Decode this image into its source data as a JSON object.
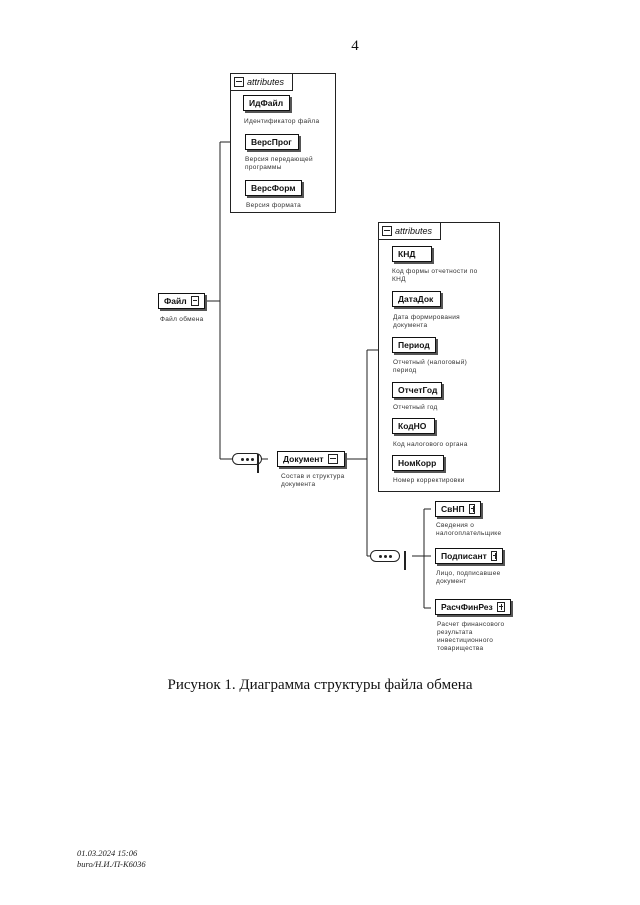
{
  "page_number": "4",
  "attributes_label": "attributes",
  "root": {
    "name": "Файл",
    "desc": "Файл обмена"
  },
  "file_attrs": [
    {
      "name": "ИдФайл",
      "desc": [
        "Идентификатор файла"
      ]
    },
    {
      "name": "ВерсПрог",
      "desc": [
        "Версия передающей",
        "программы"
      ]
    },
    {
      "name": "ВерсФорм",
      "desc": [
        "Версия формата"
      ]
    }
  ],
  "document": {
    "name": "Документ",
    "desc": [
      "Состав и структура",
      "документа"
    ]
  },
  "doc_attrs": [
    {
      "name": "КНД",
      "desc": [
        "Код формы отчетности по",
        "КНД"
      ]
    },
    {
      "name": "ДатаДок",
      "desc": [
        "Дата формирования",
        "документа"
      ]
    },
    {
      "name": "Период",
      "desc": [
        "Отчетный (налоговый)",
        "период"
      ]
    },
    {
      "name": "ОтчетГод",
      "desc": [
        "Отчетный год"
      ]
    },
    {
      "name": "КодНО",
      "desc": [
        "Код налогового органа"
      ]
    },
    {
      "name": "НомКорр",
      "desc": [
        "Номер корректировки"
      ]
    }
  ],
  "doc_children": [
    {
      "name": "СвНП",
      "desc": [
        "Сведения о",
        "налогоплательщике"
      ]
    },
    {
      "name": "Подписант",
      "desc": [
        "Лицо, подписавшее",
        "документ"
      ]
    },
    {
      "name": "РасчФинРез",
      "desc": [
        "Расчет финансового",
        "результата",
        "инвестиционного",
        "товарищества"
      ]
    }
  ],
  "caption": "Рисунок 1. Диаграмма структуры файла обмена",
  "stamp": [
    "01.03.2024 15:06",
    "buro/Н.И./П-К6036"
  ]
}
